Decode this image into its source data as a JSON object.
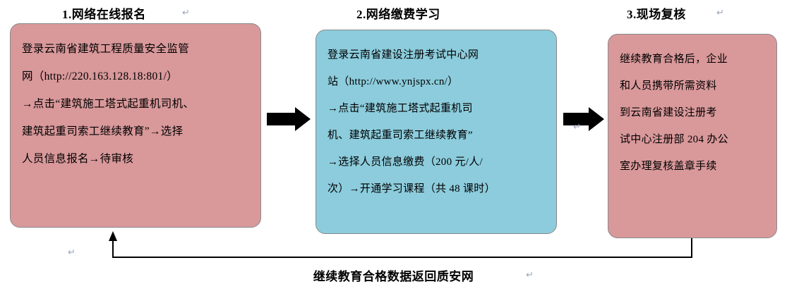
{
  "diagram": {
    "titles": [
      {
        "id": "step-1",
        "label": "1.网络在线报名"
      },
      {
        "id": "step-2",
        "label": "2.网络缴费学习"
      },
      {
        "id": "step-3",
        "label": "3.现场复核"
      }
    ],
    "boxes": [
      {
        "id": "box-1",
        "color": "#d9989a",
        "lines": [
          "登录云南省建筑工程质量安全监管",
          "网（http://220.163.128.18:801/）",
          "→点击“建筑施工塔式起重机司机、",
          "建筑起重司索工继续教育”→选择",
          "人员信息报名→待审核"
        ]
      },
      {
        "id": "box-2",
        "color": "#8cccdc",
        "lines": [
          "登录云南省建设注册考试中心网",
          "站（http://www.ynjspx.cn/）",
          "→点击“建筑施工塔式起重机司",
          "机、建筑起重司索工继续教育”",
          "→选择人员信息缴费（200 元/人/",
          "次）→开通学习课程（共 48 课时）"
        ]
      },
      {
        "id": "box-3",
        "color": "#d9989a",
        "lines": [
          "继续教育合格后，企业",
          "和人员携带所需资料",
          "到云南省建设注册考",
          "试中心注册部 204 办公",
          "室办理复核盖章手续"
        ]
      }
    ],
    "arrows": [
      {
        "id": "arrow-1-to-2"
      },
      {
        "id": "arrow-2-to-3"
      }
    ],
    "feedback": {
      "label": "继续教育合格数据返回质安网",
      "line_color": "#000000"
    },
    "paragraph_marks": "↵"
  }
}
